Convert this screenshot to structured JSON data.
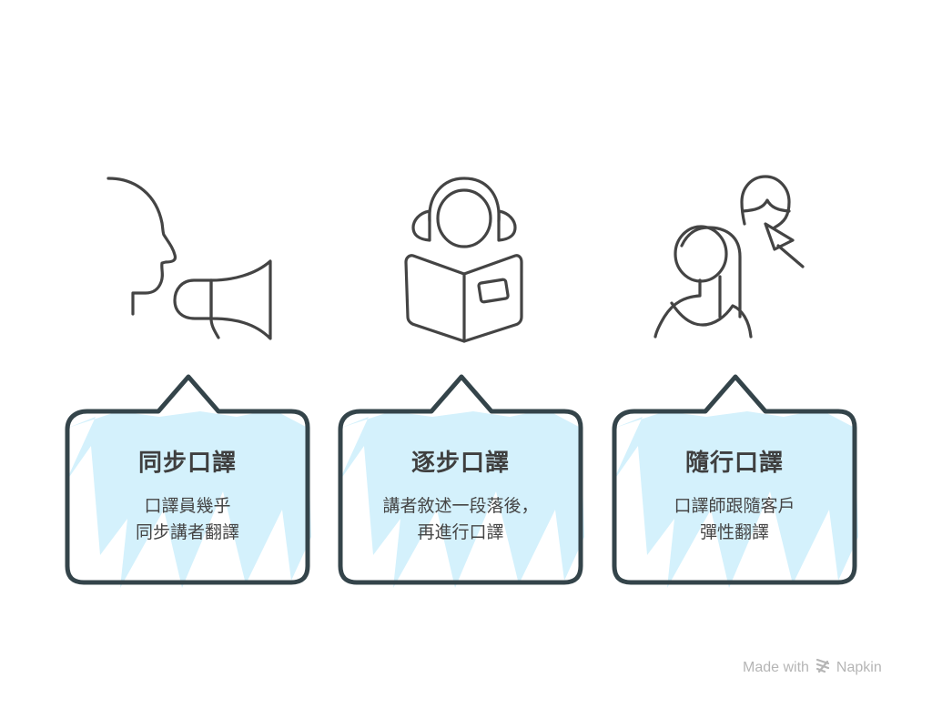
{
  "cards": [
    {
      "icon": "speaker-megaphone-icon",
      "title": "同步口譯",
      "desc_lines": [
        "口譯員幾乎",
        "同步講者翻譯"
      ]
    },
    {
      "icon": "reader-headphones-book-icon",
      "title": "逐步口譯",
      "desc_lines": [
        "講者敘述一段落後，",
        "再進行口譯"
      ]
    },
    {
      "icon": "person-following-client-icon",
      "title": "隨行口譯",
      "desc_lines": [
        "口譯師跟隨客戶",
        "彈性翻譯"
      ]
    }
  ],
  "colors": {
    "card_fill": "#d4f1fc",
    "card_border": "#34444a",
    "icon_stroke": "#444444",
    "text": "#3f3f3f"
  },
  "footer": {
    "made_with": "Made with",
    "brand": "Napkin"
  }
}
